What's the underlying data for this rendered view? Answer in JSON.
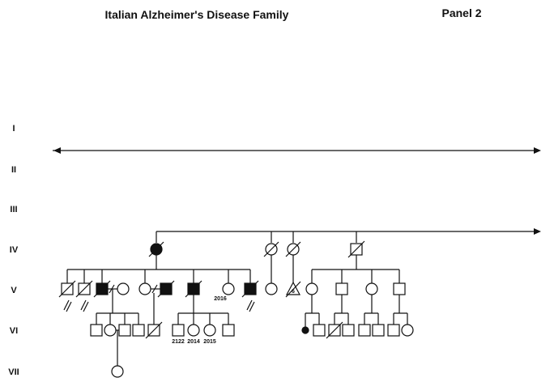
{
  "header": {
    "title": "Italian Alzheimer's Disease Family",
    "panel": "Panel 2"
  },
  "generations": [
    "I",
    "II",
    "III",
    "IV",
    "V",
    "VI",
    "VII"
  ],
  "individual_ids": [
    "2016",
    "2122",
    "2014",
    "2015"
  ],
  "sibship_count_label": "6",
  "colors": {
    "ink": "#111111",
    "background": "#ffffff",
    "affected_fill": "#111111",
    "unaffected_fill": "#ffffff"
  },
  "legend_semantics": {
    "square": "male",
    "circle": "female",
    "triangle": "multiple offspring",
    "filled": "affected",
    "slash": "deceased"
  }
}
